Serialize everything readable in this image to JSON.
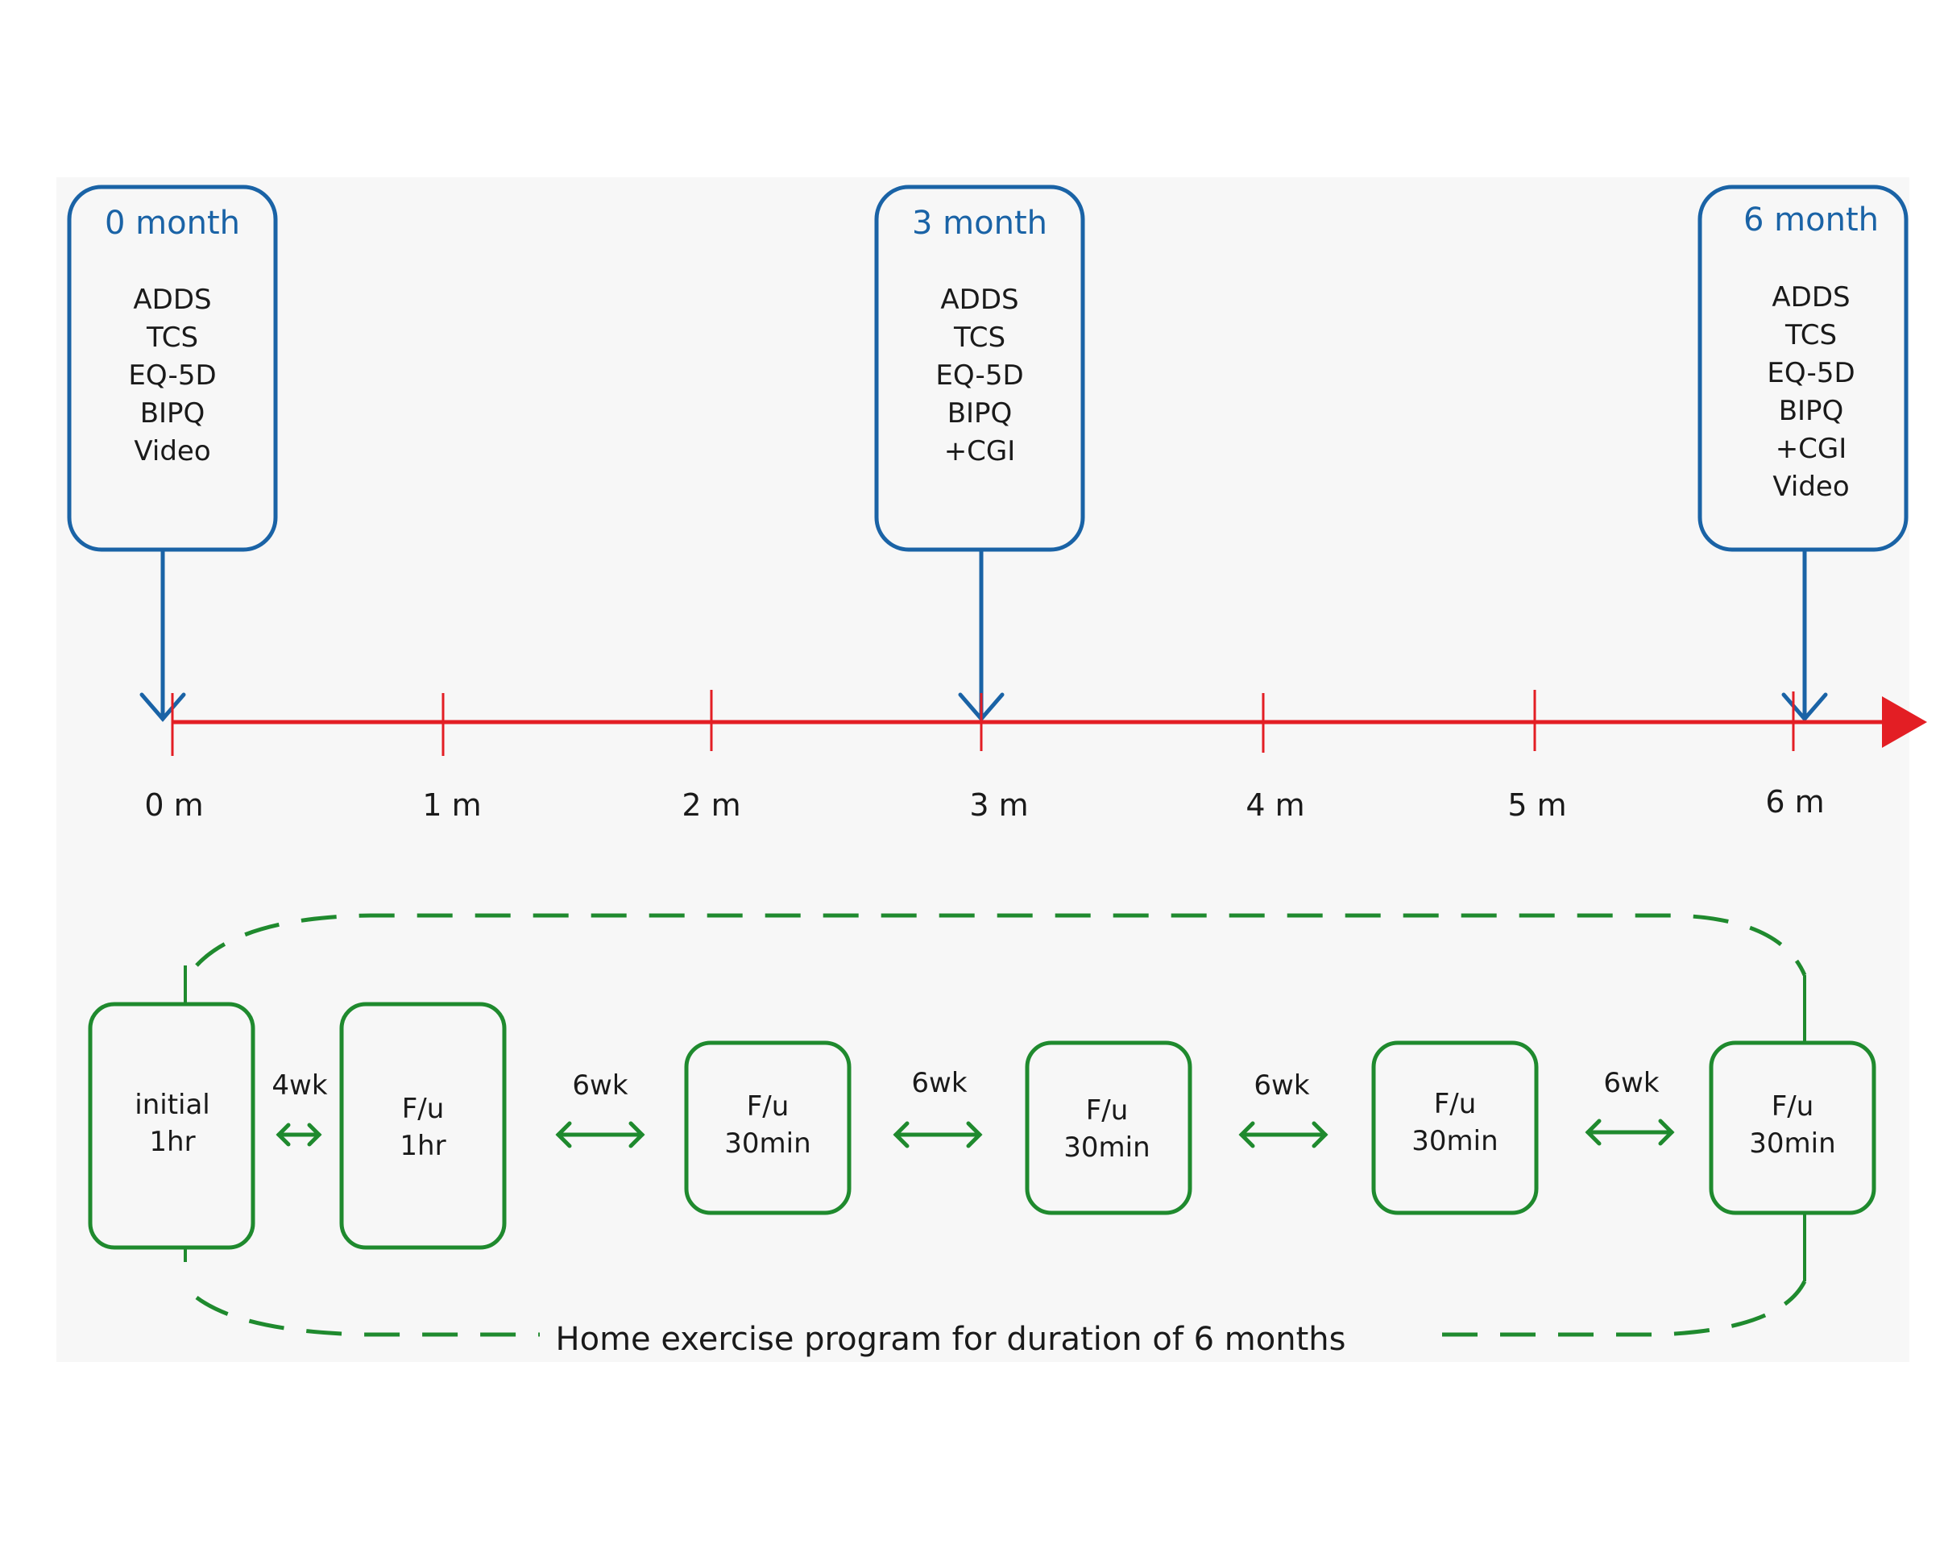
{
  "colors": {
    "panel_bg": "#f7f7f7",
    "assessment_blue": "#1a63a6",
    "timeline_red": "#e31e24",
    "visit_green": "#1f8a2e",
    "text": "#1a1a1a"
  },
  "assessments": [
    {
      "title": "0 month",
      "items": [
        "ADDS",
        "TCS",
        "EQ-5D",
        "BIPQ",
        "Video"
      ]
    },
    {
      "title": "3 month",
      "items": [
        "ADDS",
        "TCS",
        "EQ-5D",
        "BIPQ",
        "+CGI"
      ]
    },
    {
      "title": "6 month",
      "items": [
        "ADDS",
        "TCS",
        "EQ-5D",
        "BIPQ",
        "+CGI",
        "Video"
      ]
    }
  ],
  "timeline": {
    "ticks": [
      "0 m",
      "1 m",
      "2 m",
      "3 m",
      "4 m",
      "5 m",
      "6 m"
    ]
  },
  "visits": [
    {
      "line1": "initial",
      "line2": "1hr"
    },
    {
      "line1": "F/u",
      "line2": "1hr"
    },
    {
      "line1": "F/u",
      "line2": "30min"
    },
    {
      "line1": "F/u",
      "line2": "30min"
    },
    {
      "line1": "F/u",
      "line2": "30min"
    },
    {
      "line1": "F/u",
      "line2": "30min"
    }
  ],
  "intervals": [
    "4wk",
    "6wk",
    "6wk",
    "6wk",
    "6wk"
  ],
  "program_label": "Home  exercise program for duration of 6 months"
}
